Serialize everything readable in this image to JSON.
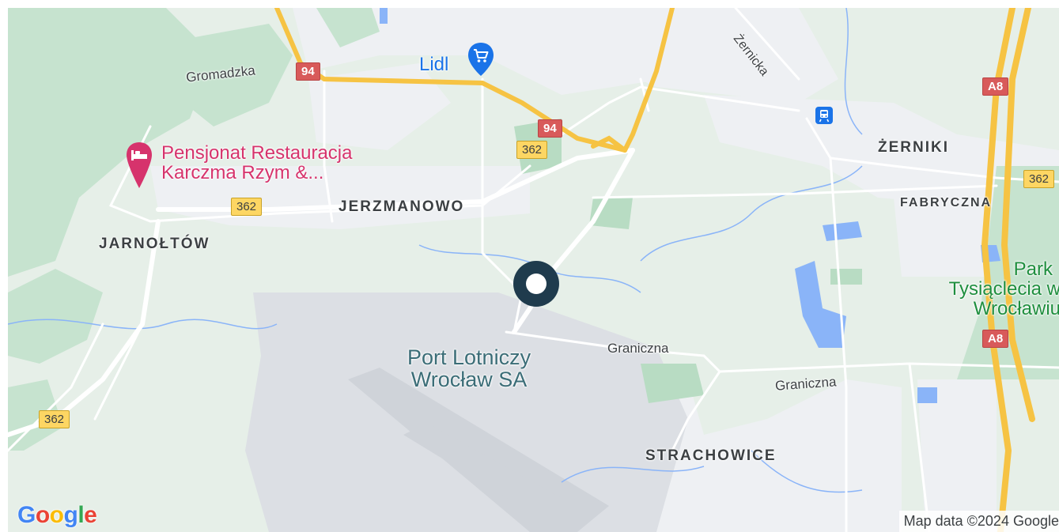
{
  "map": {
    "center_marker": "location-dot-icon",
    "districts": [
      {
        "id": "jarnoltow",
        "label": "JARNOŁTÓW"
      },
      {
        "id": "jerzmanowo",
        "label": "JERZMANOWO"
      },
      {
        "id": "zerniki",
        "label": "ŻERNIKI"
      },
      {
        "id": "fabryczna",
        "label": "FABRYCZNA"
      },
      {
        "id": "strachowice",
        "label": "STRACHOWICE"
      }
    ],
    "streets": [
      {
        "id": "gromadzka",
        "label": "Gromadzka"
      },
      {
        "id": "zernicka",
        "label": "Żernicka"
      },
      {
        "id": "graniczna-1",
        "label": "Graniczna"
      },
      {
        "id": "graniczna-2",
        "label": "Graniczna"
      }
    ],
    "road_shields": [
      {
        "id": "r94a",
        "label": "94",
        "type": "red"
      },
      {
        "id": "r94b",
        "label": "94",
        "type": "red"
      },
      {
        "id": "r362a",
        "label": "362",
        "type": "yellow"
      },
      {
        "id": "r362b",
        "label": "362",
        "type": "yellow"
      },
      {
        "id": "r362c",
        "label": "362",
        "type": "yellow"
      },
      {
        "id": "r362d",
        "label": "362",
        "type": "yellow"
      },
      {
        "id": "a8a",
        "label": "A8",
        "type": "red"
      },
      {
        "id": "a8b",
        "label": "A8",
        "type": "red"
      }
    ],
    "pois": {
      "lidl": {
        "label": "Lidl",
        "icon": "shopping-cart-icon"
      },
      "hotel": {
        "line1": "Pensjonat Restauracja",
        "line2": "Karczma Rzym &...",
        "icon": "bed-icon"
      },
      "airport": {
        "line1": "Port Lotniczy",
        "line2": "Wrocław SA"
      },
      "park": {
        "line1": "Park",
        "line2": "Tysiąclecia w",
        "line3": "Wrocławiu"
      },
      "station": {
        "icon": "train-station-icon"
      }
    },
    "google_logo": "Google",
    "attribution": "Map data ©2024 Google",
    "colors": {
      "land": "#e6efe8",
      "urban": "#eef0f3",
      "airport": "#dcdfe4",
      "forest": "#c6e3cf",
      "park": "#b8dcc3",
      "water": "#8ab4f8",
      "road_main": "#ffffff",
      "road_highway": "#f6c343",
      "marker": "#1f3b4d",
      "poi_pink": "#d6336c",
      "poi_blue": "#1a73e8"
    }
  }
}
